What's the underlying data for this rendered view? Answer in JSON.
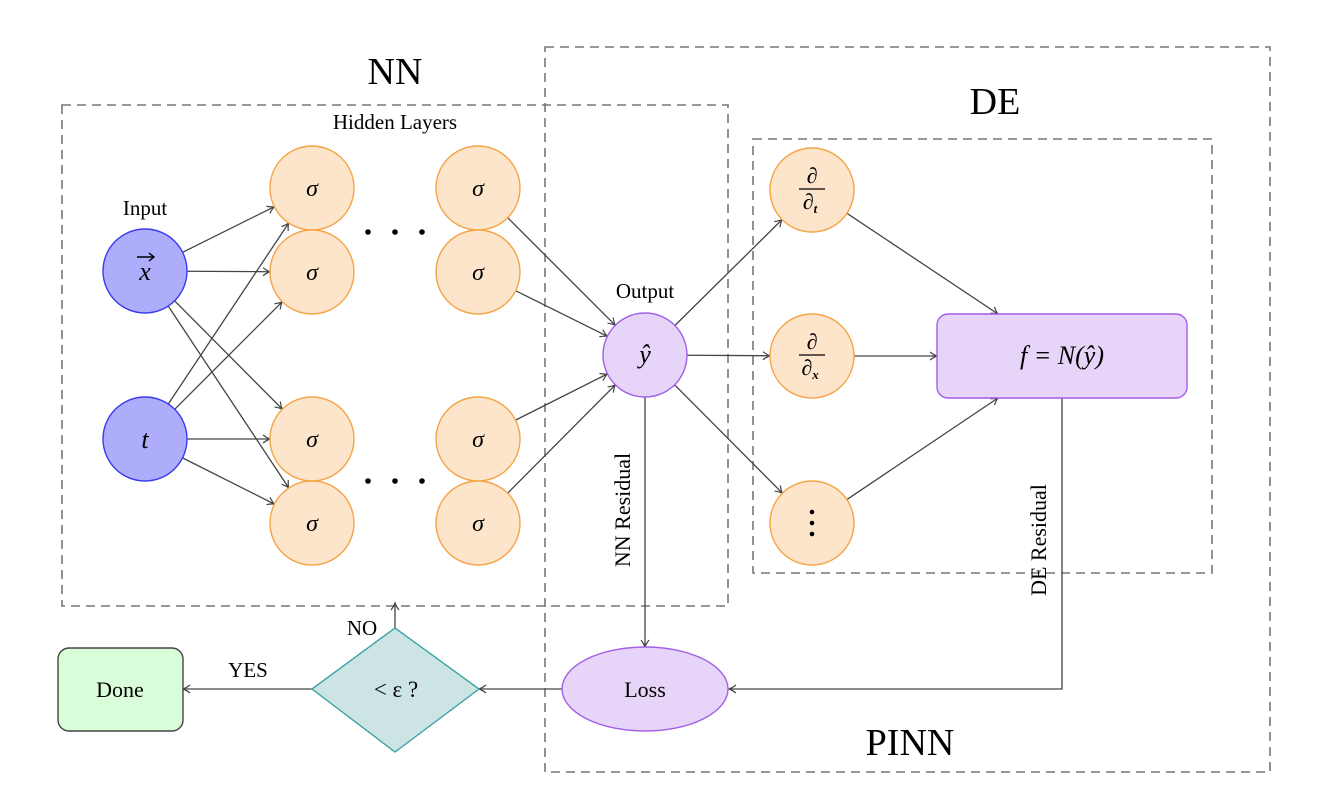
{
  "containers": {
    "nn": "NN",
    "de": "DE",
    "pinn": "PINN"
  },
  "labels": {
    "hidden_layers": "Hidden Layers",
    "input": "Input",
    "output": "Output",
    "nn_residual": "NN Residual",
    "de_residual": "DE Residual",
    "yes": "YES",
    "no": "NO"
  },
  "inputs": [
    {
      "id": "x",
      "symbol": "x",
      "accent": "vector-arrow"
    },
    {
      "id": "t",
      "symbol": "t"
    }
  ],
  "hidden": {
    "symbol": "σ",
    "layers_shown": 2,
    "nodes_per_layer_shown": 4,
    "ellipsis": "horizontal-dots"
  },
  "output": {
    "symbol": "ŷ"
  },
  "derivatives": [
    {
      "id": "dt",
      "numerator": "∂",
      "denominator": "∂",
      "subscript": "t"
    },
    {
      "id": "dx",
      "numerator": "∂",
      "denominator": "∂",
      "subscript": "x"
    },
    {
      "id": "dd",
      "symbol": "⋮"
    }
  ],
  "operator": {
    "text": "f = N(ŷ)"
  },
  "loss": {
    "text": "Loss"
  },
  "decision": {
    "text": "< ε ?"
  },
  "done": {
    "text": "Done"
  },
  "edges": [
    [
      "x",
      "h1a"
    ],
    [
      "x",
      "h1b"
    ],
    [
      "x",
      "h1c"
    ],
    [
      "x",
      "h1d"
    ],
    [
      "t",
      "h1a"
    ],
    [
      "t",
      "h1b"
    ],
    [
      "t",
      "h1c"
    ],
    [
      "t",
      "h1d"
    ],
    [
      "h2a",
      "out"
    ],
    [
      "h2b",
      "out"
    ],
    [
      "h2c",
      "out"
    ],
    [
      "h2d",
      "out"
    ],
    [
      "out",
      "dt"
    ],
    [
      "out",
      "dx"
    ],
    [
      "out",
      "dd"
    ],
    [
      "dt",
      "fbox"
    ],
    [
      "dx",
      "fbox"
    ],
    [
      "dd",
      "fbox"
    ],
    [
      "out",
      "loss"
    ],
    [
      "fbox",
      "loss"
    ],
    [
      "loss",
      "decision"
    ],
    [
      "decision",
      "done"
    ],
    [
      "decision",
      "nn"
    ]
  ],
  "colors": {
    "input_fill": "#adadfb",
    "input_stroke": "#3a3af0",
    "hidden_fill": "#fde5cc",
    "hidden_stroke": "#f5a447",
    "purple_fill": "#e6d5f8",
    "purple_stroke": "#a45fe6",
    "decision_fill": "#cce4e4",
    "decision_stroke": "#3ea3a3",
    "done_fill": "#d9fcd9",
    "done_stroke": "#444444"
  }
}
